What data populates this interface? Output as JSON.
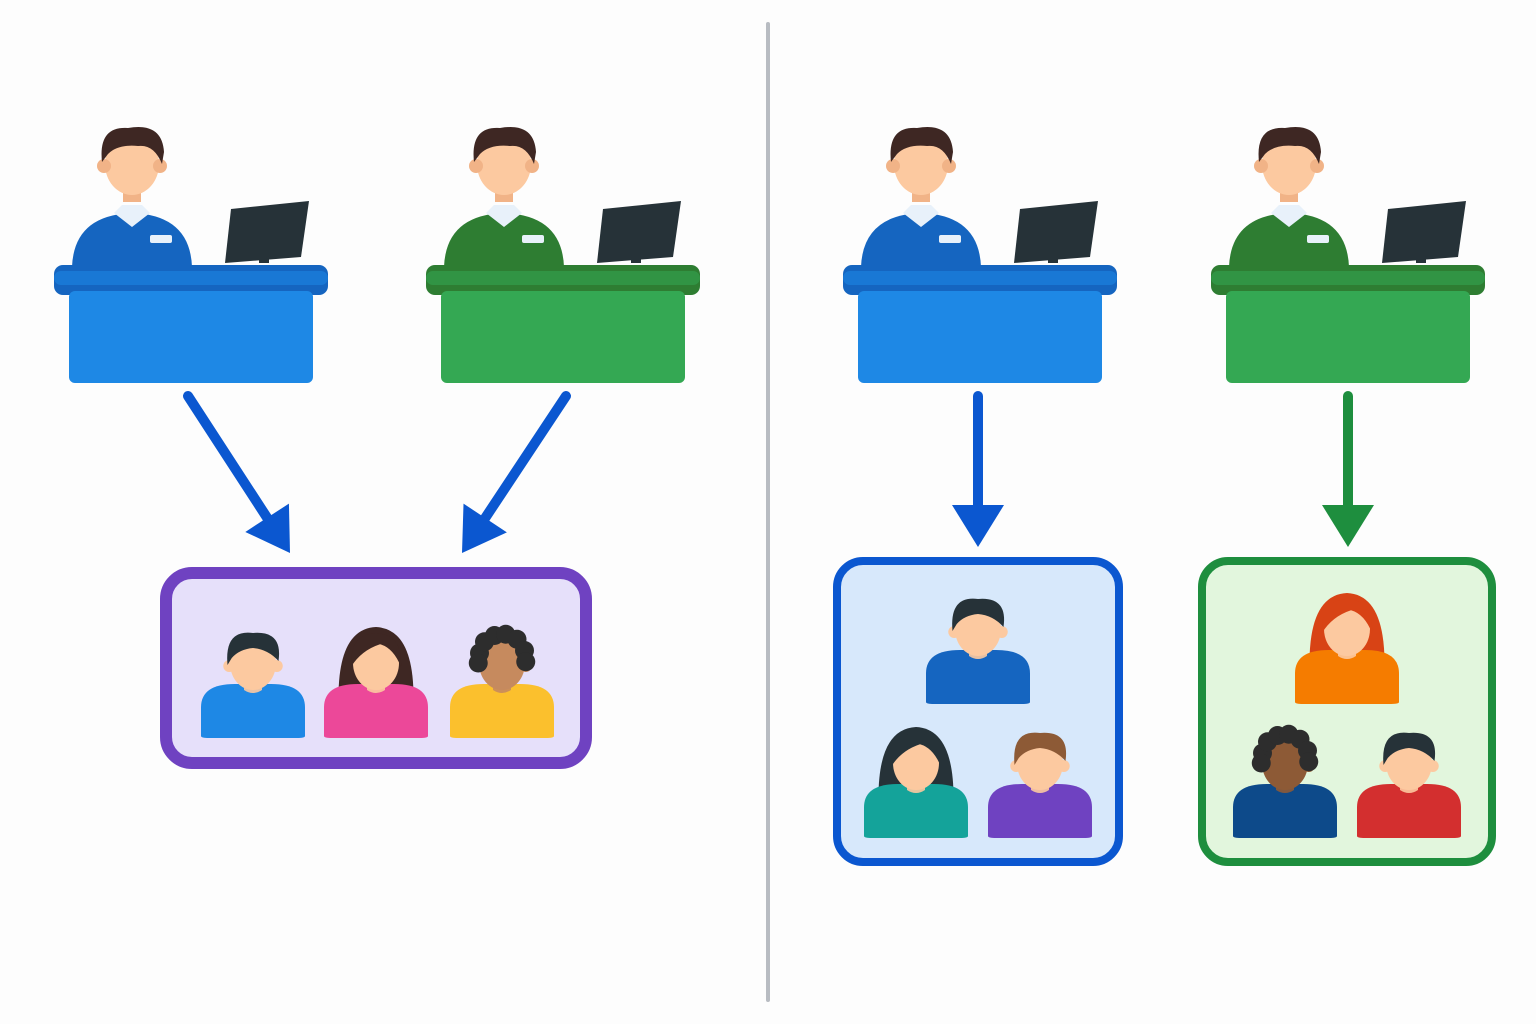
{
  "colors": {
    "background": "#fdfdfd",
    "divider": "#b8bcc2",
    "blue": "#1e88e5",
    "blue_dark": "#1565c0",
    "blue_arrow": "#0b57d0",
    "green": "#34a853",
    "green_dark": "#2e7d32",
    "green_arrow": "#1e8e3e",
    "purple": "#6f42c1",
    "skin": "#fcc9a0",
    "hair": "#3e2723",
    "monitor": "#263238"
  },
  "panels": [
    {
      "id": "shared-queue",
      "desks": [
        {
          "name": "blue-desk",
          "uniform": "#1565c0",
          "desk": "#1e88e5",
          "desk_top": "#1565c0"
        },
        {
          "name": "green-desk",
          "uniform": "#2e7d32",
          "desk": "#34a853",
          "desk_top": "#2e7d32"
        }
      ],
      "arrows_color": "#0b57d0",
      "queue": {
        "border": "#6f42c1",
        "fill": "#e6e0fa",
        "people": [
          {
            "shirt": "#1e88e5",
            "skin": "#fcc9a0",
            "hair": "#263238",
            "hair_style": "short"
          },
          {
            "shirt": "#ec4899",
            "skin": "#fcc9a0",
            "hair": "#3e2723",
            "hair_style": "long"
          },
          {
            "shirt": "#fbc02d",
            "skin": "#c68a5e",
            "hair": "#2d2d2d",
            "hair_style": "curly"
          }
        ]
      }
    },
    {
      "id": "separate-queues",
      "desks": [
        {
          "name": "blue-desk",
          "uniform": "#1565c0",
          "desk": "#1e88e5",
          "desk_top": "#1565c0"
        },
        {
          "name": "green-desk",
          "uniform": "#2e7d32",
          "desk": "#34a853",
          "desk_top": "#2e7d32"
        }
      ],
      "queues": [
        {
          "border": "#0b57d0",
          "fill": "#d7e8fb",
          "arrow": "#0b57d0",
          "people": [
            {
              "shirt": "#1565c0",
              "skin": "#fcc9a0",
              "hair": "#263238",
              "hair_style": "short"
            },
            {
              "shirt": "#14a39a",
              "skin": "#fcc9a0",
              "hair": "#263238",
              "hair_style": "long"
            },
            {
              "shirt": "#6f42c1",
              "skin": "#fcc9a0",
              "hair": "#8d5a36",
              "hair_style": "short"
            }
          ]
        },
        {
          "border": "#1e8e3e",
          "fill": "#e2f6dd",
          "arrow": "#1e8e3e",
          "people": [
            {
              "shirt": "#f57c00",
              "skin": "#fcc9a0",
              "hair": "#d84315",
              "hair_style": "long"
            },
            {
              "shirt": "#0d4a8a",
              "skin": "#8d5a36",
              "hair": "#2d2d2d",
              "hair_style": "curly"
            },
            {
              "shirt": "#d32f2f",
              "skin": "#fcc9a0",
              "hair": "#263238",
              "hair_style": "short"
            }
          ]
        }
      ]
    }
  ]
}
